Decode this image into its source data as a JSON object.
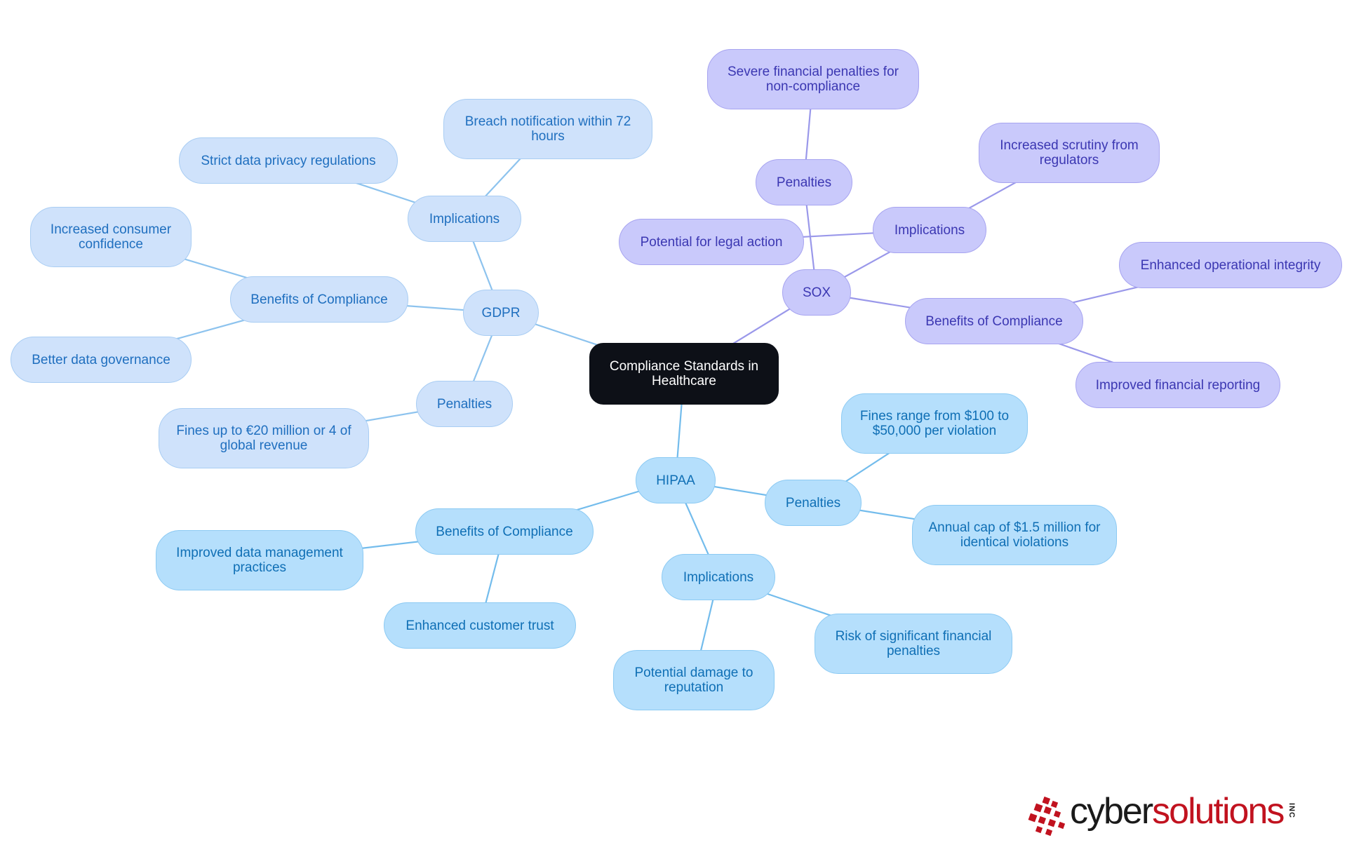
{
  "root": {
    "label": "Compliance Standards in Healthcare"
  },
  "colors": {
    "gdpr_line": "#8dc3ee",
    "sox_line": "#9a98ea",
    "hipaa_line": "#73bcec",
    "root_fill": "#0d1017"
  },
  "gdpr": {
    "label": "GDPR",
    "implications": {
      "label": "Implications",
      "items": [
        "Breach notification within 72 hours",
        "Strict data privacy regulations"
      ]
    },
    "benefits": {
      "label": "Benefits of Compliance",
      "items": [
        "Increased consumer confidence",
        "Better data governance"
      ]
    },
    "penalties": {
      "label": "Penalties",
      "items": [
        "Fines up to €20 million or 4 of global revenue"
      ]
    }
  },
  "sox": {
    "label": "SOX",
    "penalties": {
      "label": "Penalties",
      "items": [
        "Severe financial penalties for non-compliance"
      ]
    },
    "implications": {
      "label": "Implications",
      "items": [
        "Increased scrutiny from regulators",
        "Potential for legal action"
      ]
    },
    "benefits": {
      "label": "Benefits of Compliance",
      "items": [
        "Enhanced operational integrity",
        "Improved financial reporting"
      ]
    }
  },
  "hipaa": {
    "label": "HIPAA",
    "penalties": {
      "label": "Penalties",
      "items": [
        "Fines range from $100 to $50,000 per violation",
        "Annual cap of $1.5 million for identical violations"
      ]
    },
    "benefits": {
      "label": "Benefits of Compliance",
      "items": [
        "Improved data management practices",
        "Enhanced customer trust"
      ]
    },
    "implications": {
      "label": "Implications",
      "items": [
        "Risk of significant financial penalties",
        "Potential damage to reputation"
      ]
    }
  },
  "logo": {
    "part1": "cyber",
    "part2": "solutions",
    "suffix": "INC"
  }
}
